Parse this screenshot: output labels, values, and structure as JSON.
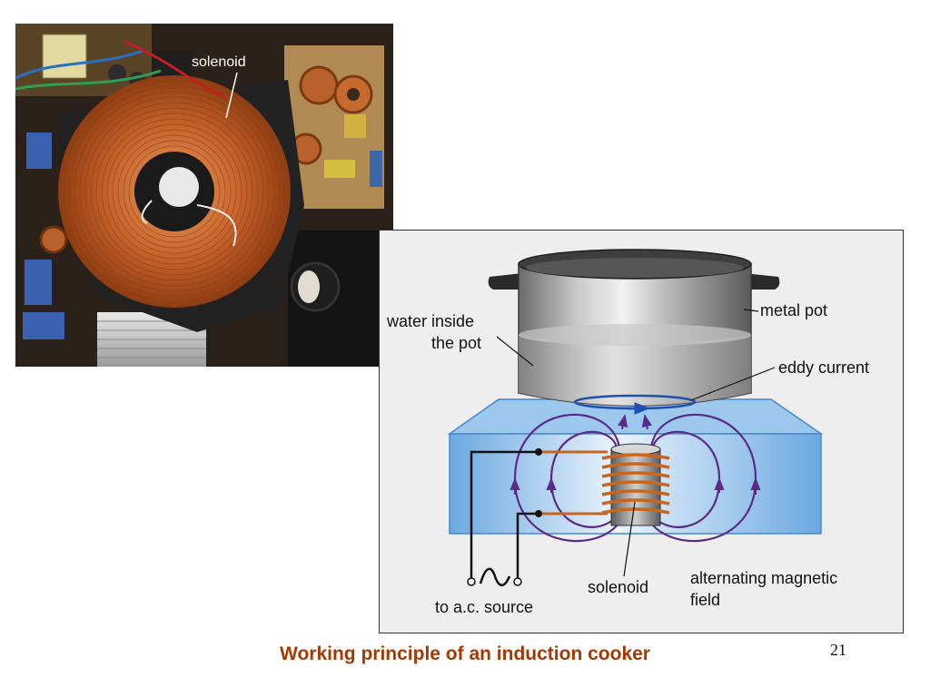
{
  "photo": {
    "label": "solenoid"
  },
  "diagram": {
    "labels": {
      "water": [
        "water inside",
        "the pot"
      ],
      "pot": "metal pot",
      "eddy": "eddy current",
      "solenoid": "solenoid",
      "field": [
        "alternating magnetic",
        "field"
      ],
      "source": "to a.c. source"
    }
  },
  "caption": "Working principle of an induction cooker",
  "page_number": "21",
  "colors": {
    "caption": "#a03a05",
    "coil": "#c8651f",
    "field_lines": "#5a2a8a",
    "eddy_current": "#1f4fb0",
    "hob": "#7fb6e6"
  }
}
